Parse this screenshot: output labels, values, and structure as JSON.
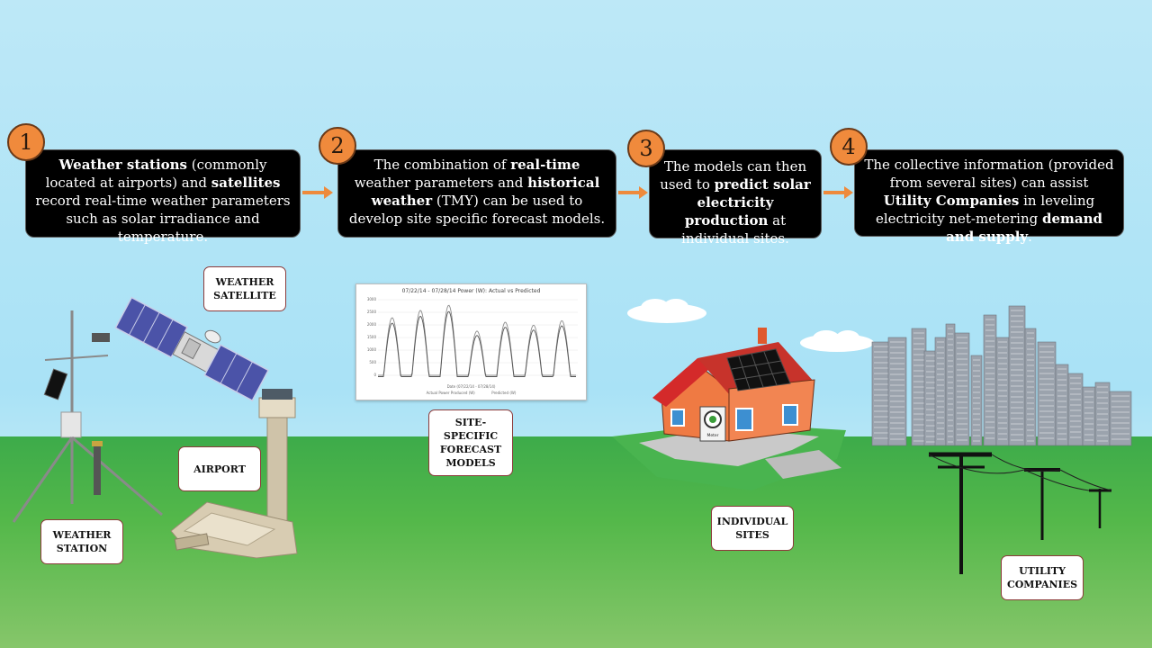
{
  "steps": [
    {
      "num": "1",
      "parts": [
        {
          "t": "Weather stations",
          "b": true
        },
        {
          "t": " (commonly located at airports) and ",
          "b": false
        },
        {
          "t": "satellites",
          "b": true
        },
        {
          "t": " record real-time weather parameters such as solar irradiance and temperature.",
          "b": false
        }
      ]
    },
    {
      "num": "2",
      "parts": [
        {
          "t": "The combination of ",
          "b": false
        },
        {
          "t": "real-time",
          "b": true
        },
        {
          "t": " weather parameters and ",
          "b": false
        },
        {
          "t": "historical weather",
          "b": true
        },
        {
          "t": " (TMY) can be used to develop site specific forecast models.",
          "b": false
        }
      ]
    },
    {
      "num": "3",
      "parts": [
        {
          "t": "The models can then used to ",
          "b": false
        },
        {
          "t": "predict solar electricity production",
          "b": true
        },
        {
          "t": " at individual sites.",
          "b": false
        }
      ]
    },
    {
      "num": "4",
      "parts": [
        {
          "t": "The collective information (provided from several sites) can assist ",
          "b": false
        },
        {
          "t": "Utility Companies",
          "b": true
        },
        {
          "t": " in leveling electricity net-metering ",
          "b": false
        },
        {
          "t": "demand and supply",
          "b": true
        },
        {
          "t": ".",
          "b": false
        }
      ]
    }
  ],
  "labels": {
    "weather_satellite": "WEATHER\nSATELLITE",
    "airport": "AIRPORT",
    "weather_station": "WEATHER\nSTATION",
    "forecast_models": "SITE-\nSPECIFIC\nFORECAST\nMODELS",
    "individual_sites": "INDIVIDUAL\nSITES",
    "utility_companies": "UTILITY\nCOMPANIES"
  },
  "mini_chart": {
    "title": "07/22/14 - 07/28/14 Power (W): Actual vs Predicted",
    "y_ticks": [
      "3000",
      "2500",
      "2000",
      "1500",
      "1000",
      "500",
      "0"
    ],
    "x_caption": "Date (07/22/14 - 07/28/14)",
    "legend": [
      "Actual Power Produced (W)",
      "Predicted (W)"
    ]
  },
  "house_meter_text": "Meter",
  "colors": {
    "badge": "#f08a3c",
    "arrow": "#ee8a3c",
    "label_border": "#8c3a3a",
    "sky": "#bde8f7",
    "ground": "#4cb34a"
  }
}
